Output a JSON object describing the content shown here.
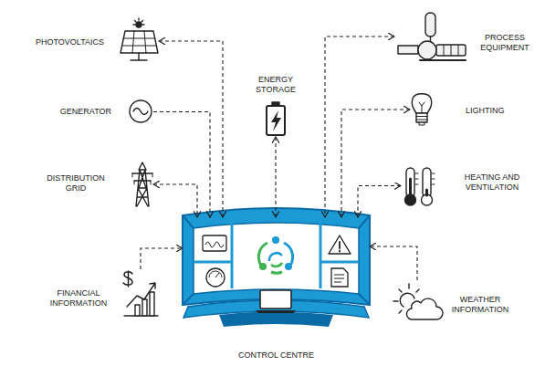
{
  "diagram": {
    "nodes": [
      {
        "text": [
          "PHOTOVOLTAICS"
        ]
      },
      {
        "text": [
          "ENERGY STORAGE"
        ]
      },
      {
        "text": [
          "PROCESS EQUIPMENT"
        ]
      },
      {
        "text": [
          "LIGHTING"
        ]
      },
      {
        "text": [
          "GENERATOR"
        ]
      },
      {
        "text": [
          "HEATING AND VENTILATION"
        ]
      },
      {
        "text": [
          "DISTRIBUTION GRID"
        ]
      },
      {
        "text": [
          "FINANCIAL INFORMATION"
        ]
      },
      {
        "text": [
          "WEATHER INFORMATION"
        ]
      },
      {
        "text": [
          "CONTROL CENTRE"
        ]
      }
    ],
    "edges": [
      {
        "from": 0,
        "to": 9,
        "arrow": "both"
      },
      {
        "from": 1,
        "to": 9,
        "arrow": "both"
      },
      {
        "from": 2,
        "to": 9,
        "arrow": "both"
      },
      {
        "from": 3,
        "to": 9,
        "arrow": "both"
      },
      {
        "from": 4,
        "to": 9,
        "arrow": "to"
      },
      {
        "from": 5,
        "to": 9,
        "arrow": "both"
      },
      {
        "from": 6,
        "to": 9,
        "arrow": "both"
      },
      {
        "from": 7,
        "to": 9,
        "arrow": "to"
      },
      {
        "from": 8,
        "to": 9,
        "arrow": "to"
      }
    ]
  }
}
